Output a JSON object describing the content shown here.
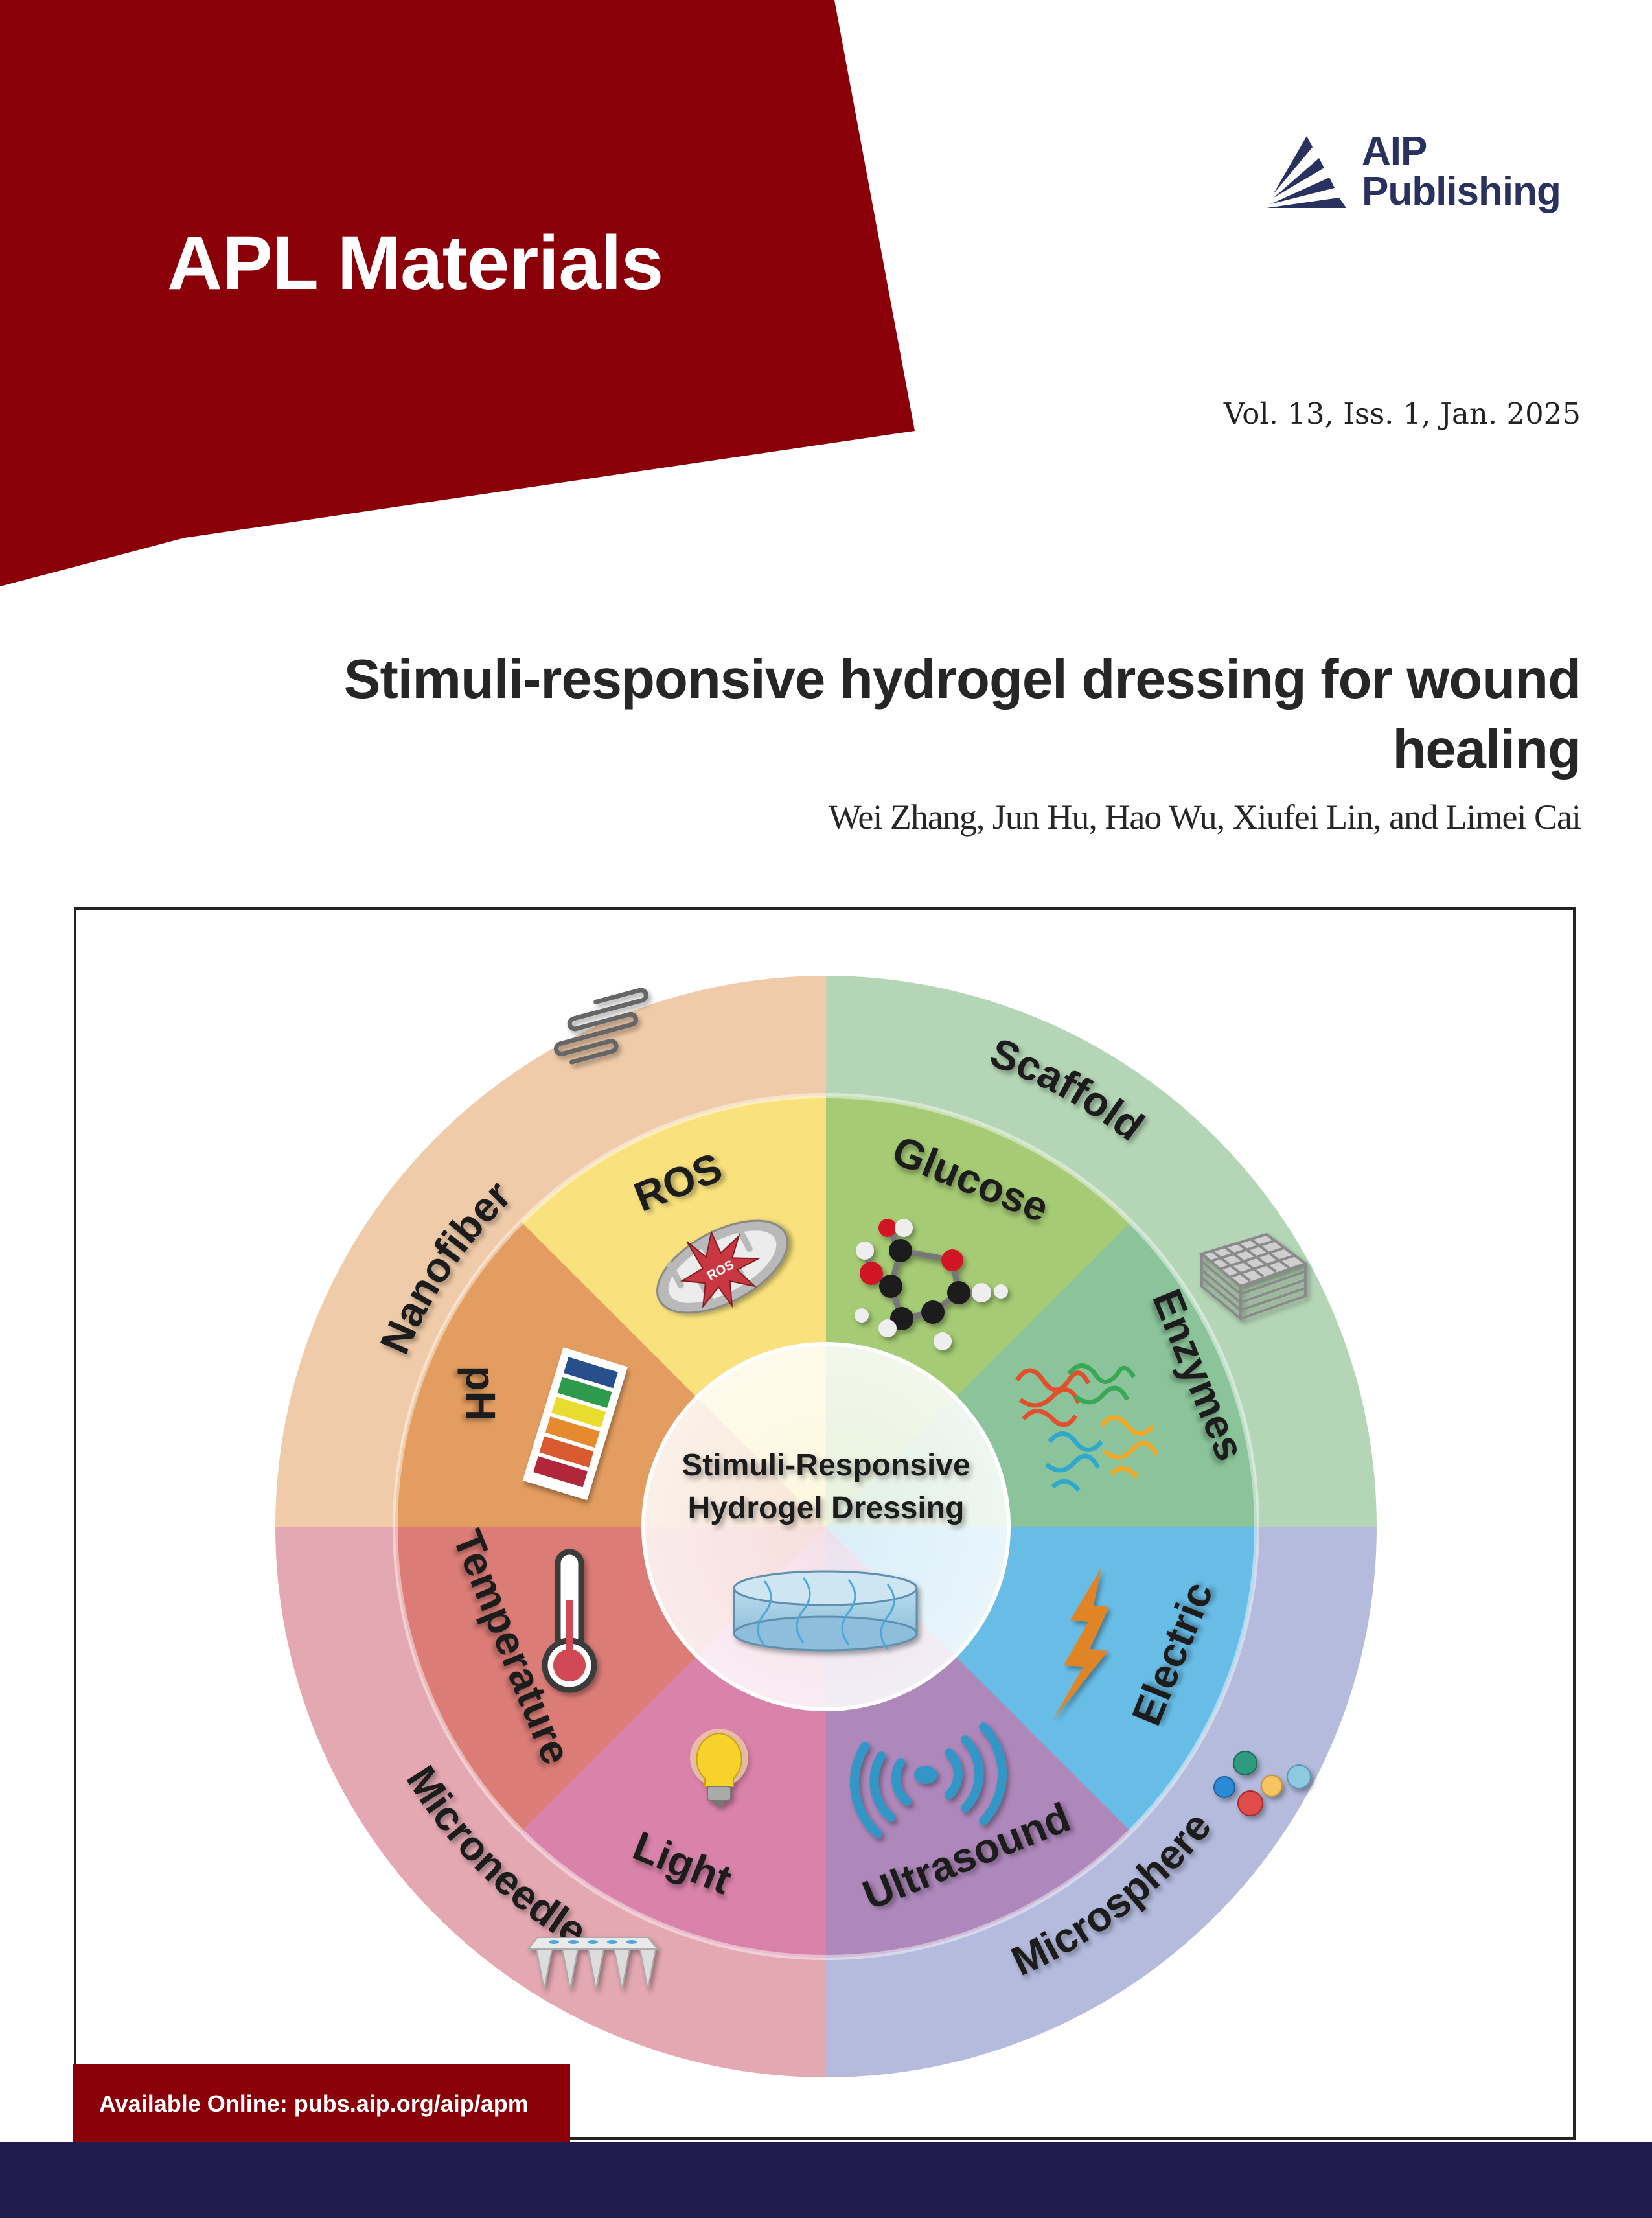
{
  "header": {
    "journal_title": "APL Materials",
    "publisher_logo": {
      "line1": "AIP",
      "line2": "Publishing",
      "icon": "aip-rays-icon"
    },
    "issue_info": "Vol. 13, Iss. 1, Jan. 2025",
    "brand_color": "#8b0008",
    "logo_color": "#29315f"
  },
  "article": {
    "title": "Stimuli-responsive hydrogel dressing for wound healing",
    "authors": "Wei Zhang, Jun Hu, Hao Wu, Xiufei Lin, and Limei Cai"
  },
  "figure": {
    "center_label_line1": "Stimuli-Responsive",
    "center_label_line2": "Hydrogel Dressing",
    "center_icon": "hydrogel-disc-icon",
    "stimuli": [
      {
        "label": "ROS",
        "icon": "mitochondria-ros-icon",
        "icon_text": "ROS",
        "color": "#f9e27d"
      },
      {
        "label": "Glucose",
        "icon": "glucose-molecule-icon",
        "color": "#a5cb74"
      },
      {
        "label": "Enzymes",
        "icon": "protein-structure-icon",
        "color": "#8bc49a"
      },
      {
        "label": "Electric",
        "icon": "lightning-bolt-icon",
        "color": "#68bde7"
      },
      {
        "label": "Ultrasound",
        "icon": "ultrasound-waves-icon",
        "color": "#ae88bb"
      },
      {
        "label": "Light",
        "icon": "light-bulb-icon",
        "color": "#da83aa"
      },
      {
        "label": "Temperature",
        "icon": "thermometer-icon",
        "color": "#dc7c76"
      },
      {
        "label": "pH",
        "icon": "ph-strip-icon",
        "color": "#e49d60"
      }
    ],
    "carriers": [
      {
        "label": "Nanofiber",
        "icon": "nanofiber-icon",
        "color": "#f0cba9"
      },
      {
        "label": "Scaffold",
        "icon": "scaffold-lattice-icon",
        "color": "#b4d6b6"
      },
      {
        "label": "Microsphere",
        "icon": "microspheres-icon",
        "color": "#b4bbdd"
      },
      {
        "label": "Microneedle",
        "icon": "microneedle-patch-icon",
        "color": "#e4a8b2"
      }
    ]
  },
  "footer": {
    "available_online": "Available Online: pubs.aip.org/aip/apm",
    "bar_color": "#201c4f"
  }
}
